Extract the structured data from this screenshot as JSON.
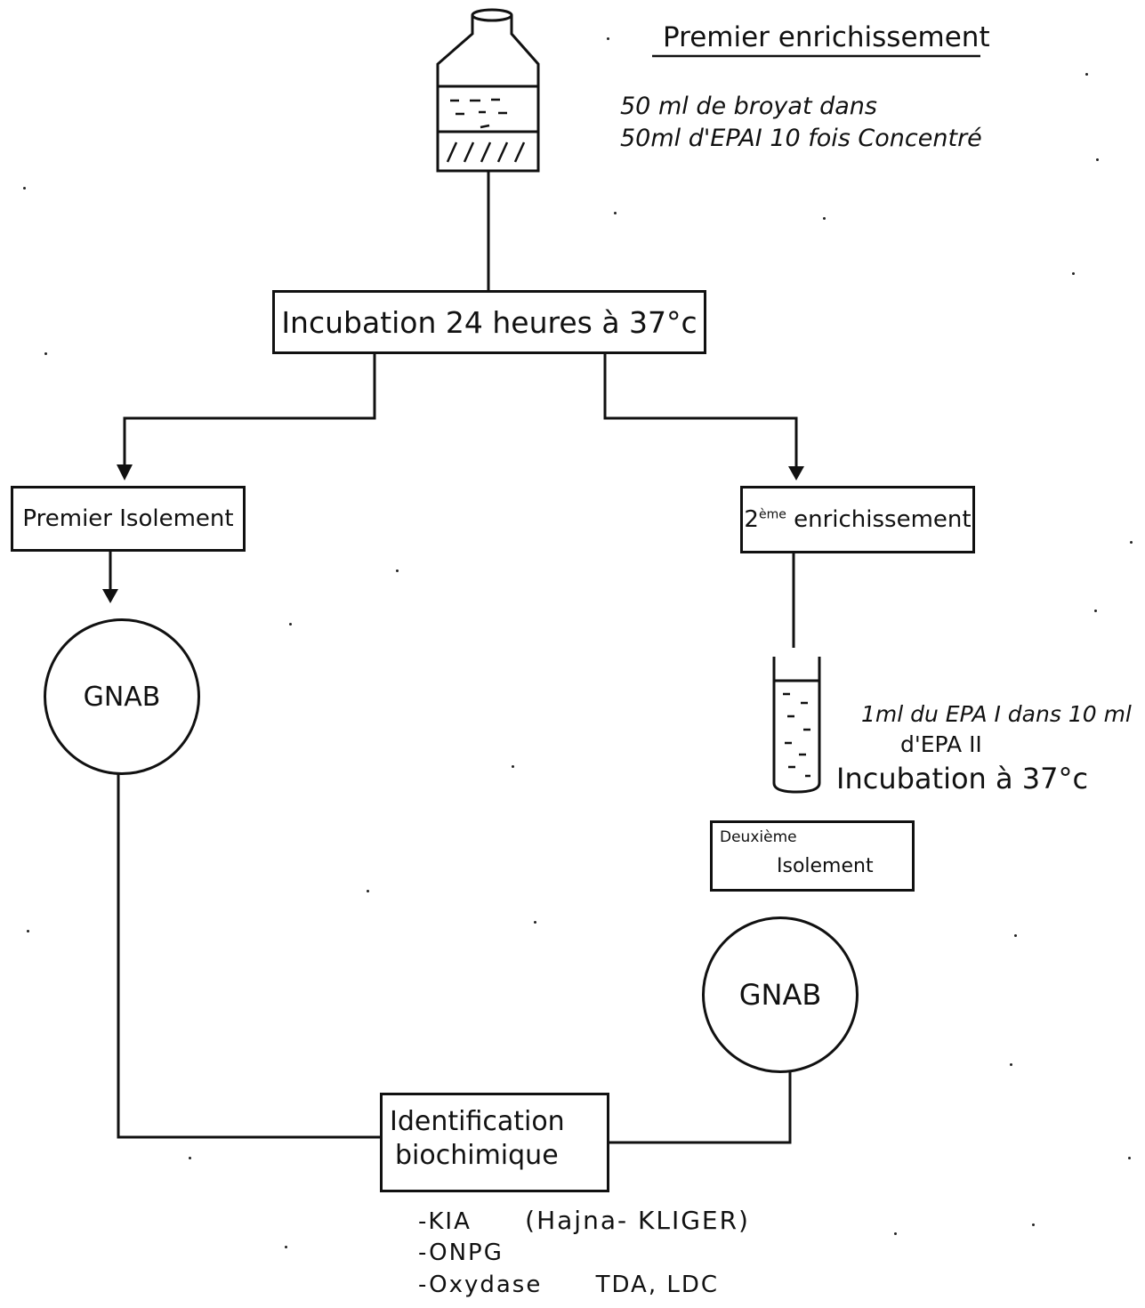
{
  "diagram": {
    "title": "Premier enrichissement",
    "bottle_note": {
      "line1": "50 ml de broyat dans",
      "line2": "50ml d'EPAI 10 fois Concentré"
    },
    "incubation_box": "Incubation 24 heures à 37°c",
    "left_branch": {
      "box": "Premier Isolement",
      "plate": "GNAB"
    },
    "right_branch": {
      "box_sup": "ème",
      "box_num": "2",
      "box_text": "enrichissement",
      "tube_note": {
        "line1": "1ml du EPA I dans 10 ml",
        "line2": "d'EPA II",
        "line3": "Incubation à 37°c"
      },
      "second_box": {
        "line1": "Deuxième",
        "line2": "Isolement"
      },
      "plate": "GNAB"
    },
    "identification_box": {
      "line1": "Identification",
      "line2": "biochimique"
    },
    "tests": [
      {
        "name": "-KIA",
        "detail": "(Hajna- KLIGER)"
      },
      {
        "name": "-ONPG",
        "detail": ""
      },
      {
        "name": "-Oxydase",
        "detail": "TDA, LDC"
      }
    ]
  }
}
